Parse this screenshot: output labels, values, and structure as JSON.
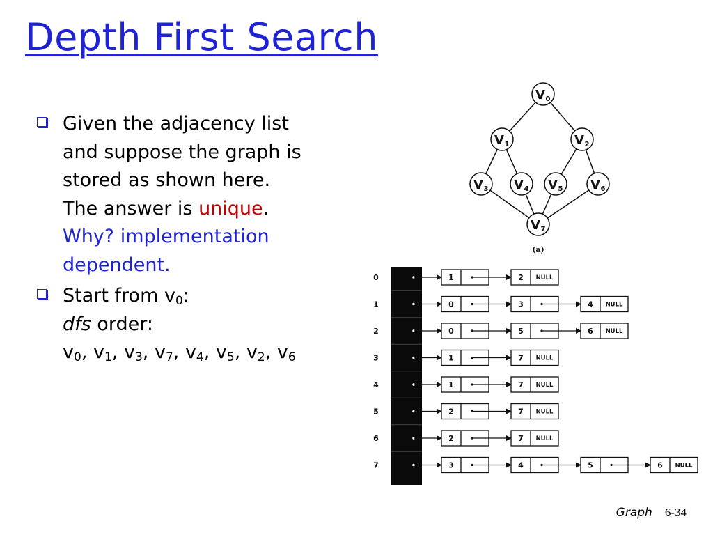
{
  "title": "Depth First Search",
  "bullets": [
    {
      "line1": "Given the adjacency list",
      "line2": "and suppose the graph is",
      "line3": "stored as shown here.",
      "line4_prefix": "The answer is ",
      "line4_highlight": "unique",
      "line4_suffix": ".",
      "line5": "Why? implementation",
      "line6": "dependent."
    },
    {
      "line1_prefix": "Start from v",
      "line1_sub": "0",
      "line1_suffix": ":",
      "line2_italic": "dfs",
      "line2_rest": " order:",
      "order": [
        "0",
        "1",
        "3",
        "7",
        "4",
        "5",
        "2",
        "6"
      ]
    }
  ],
  "figure": {
    "graph": {
      "caption": "(a)",
      "vertices": [
        {
          "letter": "V",
          "sub": "0"
        },
        {
          "letter": "V",
          "sub": "1"
        },
        {
          "letter": "V",
          "sub": "2"
        },
        {
          "letter": "V",
          "sub": "3"
        },
        {
          "letter": "V",
          "sub": "4"
        },
        {
          "letter": "V",
          "sub": "5"
        },
        {
          "letter": "V",
          "sub": "6"
        },
        {
          "letter": "V",
          "sub": "7"
        }
      ],
      "edges": [
        [
          0,
          1
        ],
        [
          0,
          2
        ],
        [
          1,
          3
        ],
        [
          1,
          4
        ],
        [
          2,
          5
        ],
        [
          2,
          6
        ],
        [
          3,
          7
        ],
        [
          4,
          7
        ],
        [
          5,
          7
        ],
        [
          6,
          7
        ]
      ]
    },
    "adjacency": {
      "null_label": "NULL",
      "rows": [
        {
          "index": "0",
          "nodes": [
            "1",
            "2"
          ]
        },
        {
          "index": "1",
          "nodes": [
            "0",
            "3",
            "4"
          ]
        },
        {
          "index": "2",
          "nodes": [
            "0",
            "5",
            "6"
          ]
        },
        {
          "index": "3",
          "nodes": [
            "1",
            "7"
          ]
        },
        {
          "index": "4",
          "nodes": [
            "1",
            "7"
          ]
        },
        {
          "index": "5",
          "nodes": [
            "2",
            "7"
          ]
        },
        {
          "index": "6",
          "nodes": [
            "2",
            "7"
          ]
        },
        {
          "index": "7",
          "nodes": [
            "3",
            "4",
            "5",
            "6"
          ]
        }
      ]
    }
  },
  "footer": {
    "label": "Graph",
    "page": "6-34"
  }
}
